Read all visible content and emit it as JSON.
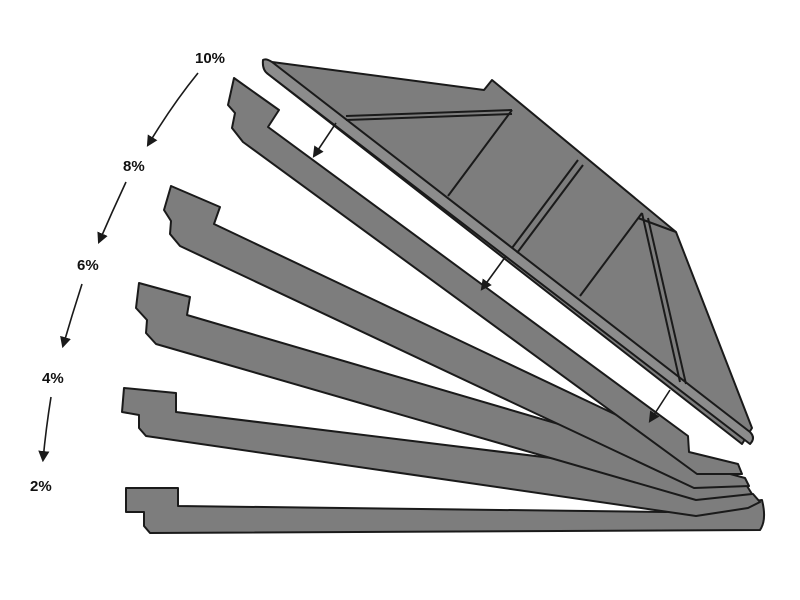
{
  "colors": {
    "panel_fill": "#7d7d7d",
    "outline": "#1a1a1a",
    "label": "#111111",
    "background": "#ffffff"
  },
  "slope_labels": [
    "10%",
    "8%",
    "6%",
    "4%",
    "2%"
  ]
}
